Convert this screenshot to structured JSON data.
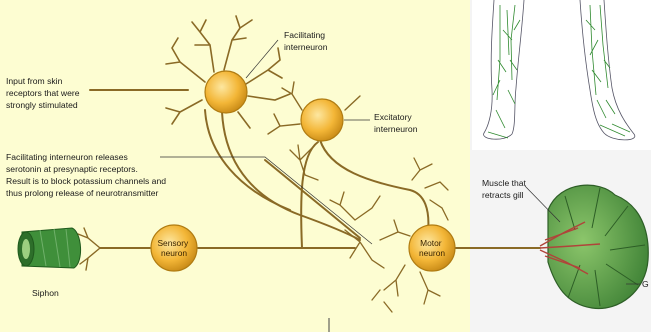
{
  "labels": {
    "facilitating_interneuron": [
      "Facilitating",
      "interneuron"
    ],
    "excitatory_interneuron": [
      "Excitatory",
      "interneuron"
    ],
    "skin_input": [
      "Input from skin",
      "receptors that were",
      "strongly stimulated"
    ],
    "serotonin_note": [
      "Facilitating interneuron releases",
      "serotonin at presynaptic receptors.",
      "Result is to block potassium channels and",
      "thus prolong release of neurotransmitter"
    ],
    "sensory_neuron": [
      "Sensory",
      "neuron"
    ],
    "motor_neuron": [
      "Motor",
      "neuron"
    ],
    "muscle": [
      "Muscle that",
      "retracts gill"
    ],
    "siphon": "Siphon",
    "gill_partial": "G"
  },
  "colors": {
    "background_left": "#fdfdd2",
    "background_right": "#f4f4f4",
    "axon": "#8a6a26",
    "cell_body": "#f3b637",
    "siphon": "#3f8f3a",
    "gill": "#5ea048",
    "muscle": "#b0443a",
    "figure_lines": "#2f8a2f"
  }
}
